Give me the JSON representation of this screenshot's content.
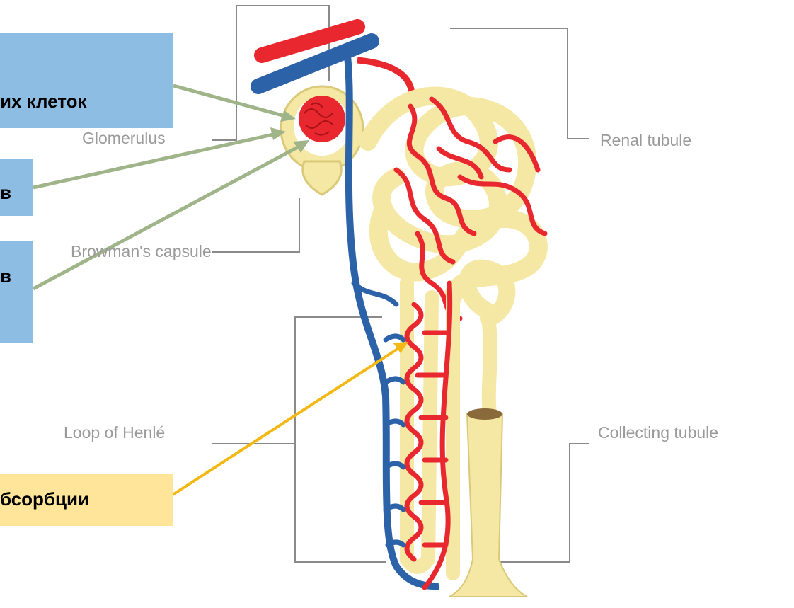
{
  "diagram_labels": {
    "glomerulus": "Glomerulus",
    "bowmans_capsule": "Browman's capsule",
    "renal_tubule": "Renal tubule",
    "loop_of_henle": "Loop of Henlé",
    "collecting_tubule": "Collecting tubule"
  },
  "callouts": {
    "box1": "их клеток",
    "box2": "в",
    "box3": "в",
    "box4": "бсорбции"
  },
  "colors": {
    "artery_red": "#e8272e",
    "vein_blue": "#2c62a8",
    "tubule_yellow": "#f5e7a4",
    "callout_blue": "#8dbde3",
    "callout_yellow": "#fee59a",
    "arrow_green": "#a0b48a",
    "arrow_gold": "#f3b814",
    "label_gray": "#9a9a9a"
  }
}
